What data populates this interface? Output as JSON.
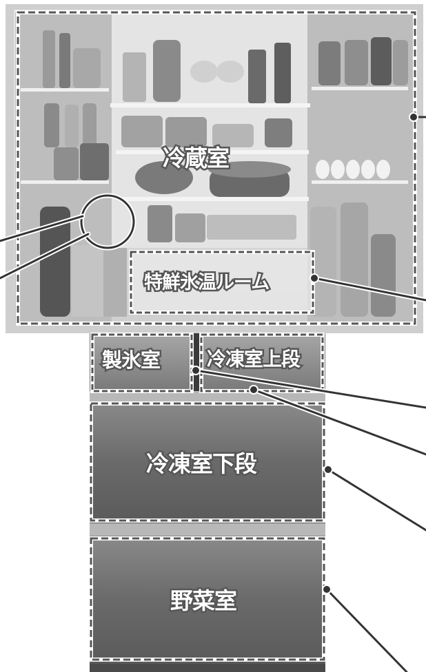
{
  "compartments": {
    "refrigerator": "冷蔵室",
    "special_chilled_room": "特鮮氷温ルーム",
    "ice_room": "製氷室",
    "freezer_upper": "冷凍室上段",
    "freezer_lower": "冷凍室下段",
    "vegetable_room": "野菜室"
  },
  "colors": {
    "outline": "#ffffff",
    "dash": "#555555",
    "drawer": "#6e6e6e",
    "cabinet": "#d8d8d8",
    "leader_line": "#3a3a3a"
  }
}
